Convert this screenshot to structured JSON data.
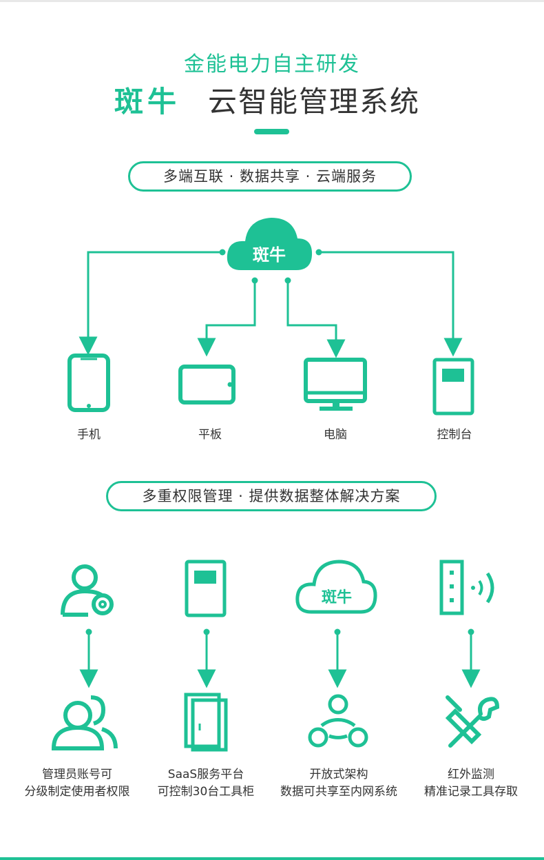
{
  "header": {
    "subtitle": "金能电力自主研发",
    "logo": "斑牛",
    "title": "云智能管理系统"
  },
  "section1": {
    "pill": "多端互联 · 数据共享 · 云端服务",
    "cloud_label": "斑牛",
    "devices": [
      {
        "label": "手机",
        "icon": "phone-icon"
      },
      {
        "label": "平板",
        "icon": "tablet-icon"
      },
      {
        "label": "电脑",
        "icon": "monitor-icon"
      },
      {
        "label": "控制台",
        "icon": "console-icon"
      }
    ]
  },
  "section2": {
    "pill": "多重权限管理 · 提供数据整体解决方案",
    "cloud_label": "斑牛",
    "features": [
      {
        "line1": "管理员账号可",
        "line2": "分级制定使用者权限",
        "top_icon": "user-settings-icon",
        "bottom_icon": "users-icon"
      },
      {
        "line1": "SaaS服务平台",
        "line2": "可控制30台工具柜",
        "top_icon": "console-icon",
        "bottom_icon": "cabinet-icon"
      },
      {
        "line1": "开放式架构",
        "line2": "数据可共享至内网系统",
        "top_icon": "cloud-icon",
        "bottom_icon": "share-network-icon"
      },
      {
        "line1": "红外监测",
        "line2": "精准记录工具存取",
        "top_icon": "infrared-sensor-icon",
        "bottom_icon": "tools-icon"
      }
    ]
  },
  "colors": {
    "accent": "#1ec195",
    "text": "#333333"
  }
}
